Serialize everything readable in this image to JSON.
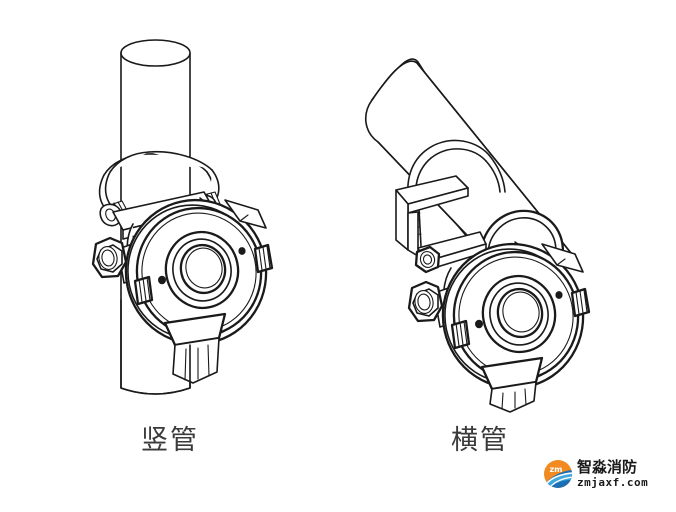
{
  "page": {
    "background_color": "#ffffff",
    "line_color": "#1a1a1a",
    "fill_color": "#ffffff"
  },
  "figures": [
    {
      "id": "vertical-pipe-mount",
      "caption": "竖管",
      "caption_color": "#3a3a3a",
      "description": "Gas detector clamped with a U-bolt onto a vertical pipe",
      "parts": [
        "pipe",
        "u-bolt",
        "mounting-bracket",
        "detector-housing",
        "detector-face",
        "cable-gland",
        "sensor-body"
      ]
    },
    {
      "id": "horizontal-pipe-mount",
      "caption": "横管",
      "caption_color": "#3a3a3a",
      "description": "Gas detector clamped with a U-bolt onto a horizontal (diagonal) pipe",
      "parts": [
        "pipe",
        "u-bolt",
        "mounting-bracket",
        "detector-housing",
        "detector-face",
        "cable-gland",
        "sensor-body"
      ]
    }
  ],
  "watermark": {
    "title": "智淼消防",
    "url": "zmjaxf.com",
    "mark_colors": {
      "orange": "#f18a21",
      "blue": "#1b6fb5",
      "light_blue": "#3ea7dc",
      "white": "#ffffff"
    }
  }
}
